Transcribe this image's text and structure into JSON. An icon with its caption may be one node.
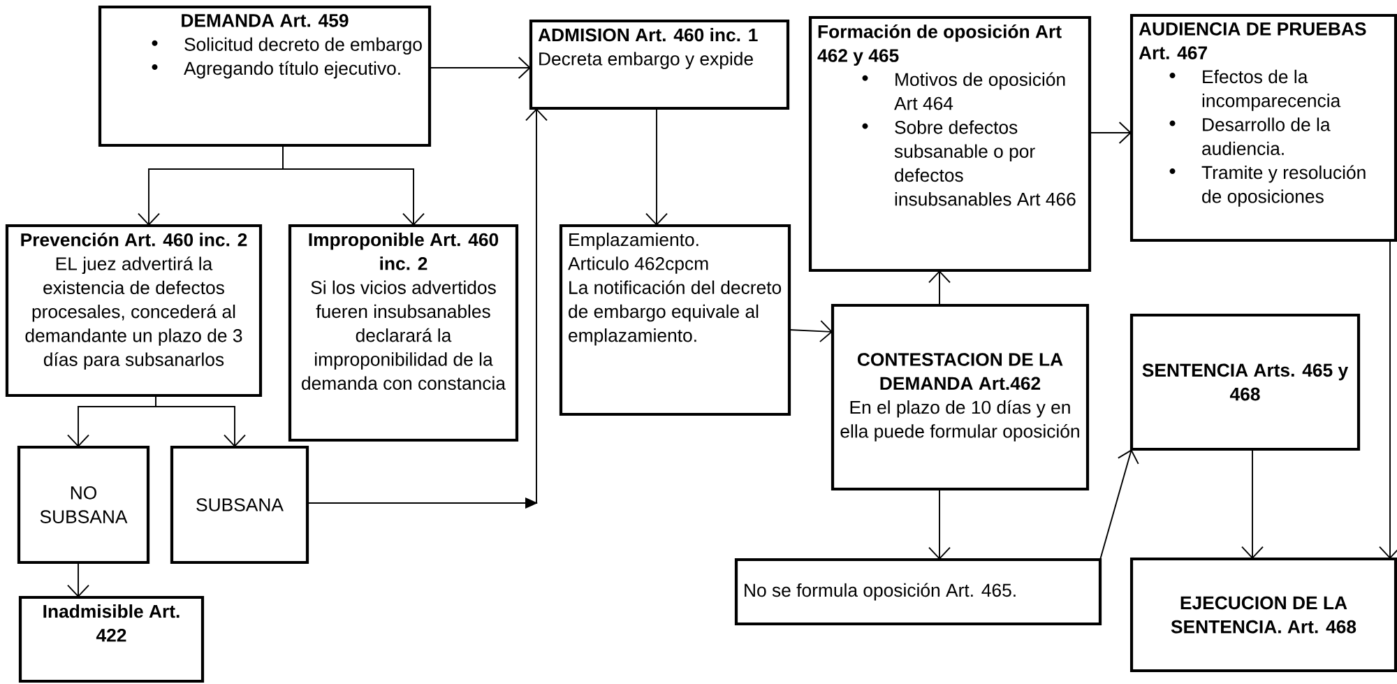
{
  "diagram": {
    "nodes": [
      {
        "text": [
          "DEMANDA Art. 459",
          "Solicitud decreto de embargo",
          "Agregando título ejecutivo."
        ]
      },
      {
        "text": [
          "ADMISION Art. 460 inc. 1",
          "Decreta embargo y expide"
        ]
      },
      {
        "text": [
          "Prevención Art. 460 inc. 2",
          "EL juez advertirá la existencia de defectos procesales, concederá al demandante un plazo de 3 días para subsanarlos"
        ]
      },
      {
        "text": [
          "Improponible Art. 460 inc. 2",
          "Si los vicios advertidos fueren insubsanables declarará la improponibilidad de la demanda con constancia"
        ]
      },
      {
        "text": [
          "Emplazamiento.",
          "Articulo 462cpcm",
          "La notificación del decreto de embargo equivale al emplazamiento."
        ]
      },
      {
        "text": [
          "Formación de oposición Art 462 y 465",
          "Motivos de oposición Art 464",
          "Sobre defectos subsanable o por defectos insubsanables Art 466"
        ]
      },
      {
        "text": [
          "AUDIENCIA DE PRUEBAS Art. 467",
          "Efectos de la incomparecencia",
          "Desarrollo de la audiencia.",
          "Tramite y resolución de oposiciones"
        ]
      },
      {
        "text": [
          "NO SUBSANA"
        ]
      },
      {
        "text": [
          "SUBSANA"
        ]
      },
      {
        "text": [
          "CONTESTACION DE LA DEMANDA Art.462",
          "En el plazo de 10 días y en ella puede formular oposición"
        ]
      },
      {
        "text": [
          "SENTENCIA Arts. 465 y 468"
        ]
      },
      {
        "text": [
          "Inadmisible Art. 422"
        ]
      },
      {
        "text": [
          "No se formula oposición Art. 465."
        ]
      },
      {
        "text": [
          "EJECUCION DE LA SENTENCIA. Art. 468"
        ]
      }
    ],
    "edges": [
      {
        "from": 0,
        "to": 1,
        "arrow": "to"
      },
      {
        "from": 0,
        "to": 2,
        "arrow": "to"
      },
      {
        "from": 0,
        "to": 3,
        "arrow": "to"
      },
      {
        "from": 1,
        "to": 4,
        "arrow": "to"
      },
      {
        "from": 2,
        "to": 7,
        "arrow": "to"
      },
      {
        "from": 2,
        "to": 8,
        "arrow": "to"
      },
      {
        "from": 7,
        "to": 11,
        "arrow": "to"
      },
      {
        "from": 8,
        "to": 1,
        "arrow": "to"
      },
      {
        "from": 4,
        "to": 9,
        "arrow": "to"
      },
      {
        "from": 9,
        "to": 5,
        "arrow": "to"
      },
      {
        "from": 5,
        "to": 6,
        "arrow": "to"
      },
      {
        "from": 9,
        "to": 12,
        "arrow": "to"
      },
      {
        "from": 12,
        "to": 10,
        "arrow": "to"
      },
      {
        "from": 10,
        "to": 13,
        "arrow": "to"
      },
      {
        "from": 6,
        "to": 13,
        "arrow": "to"
      }
    ]
  }
}
